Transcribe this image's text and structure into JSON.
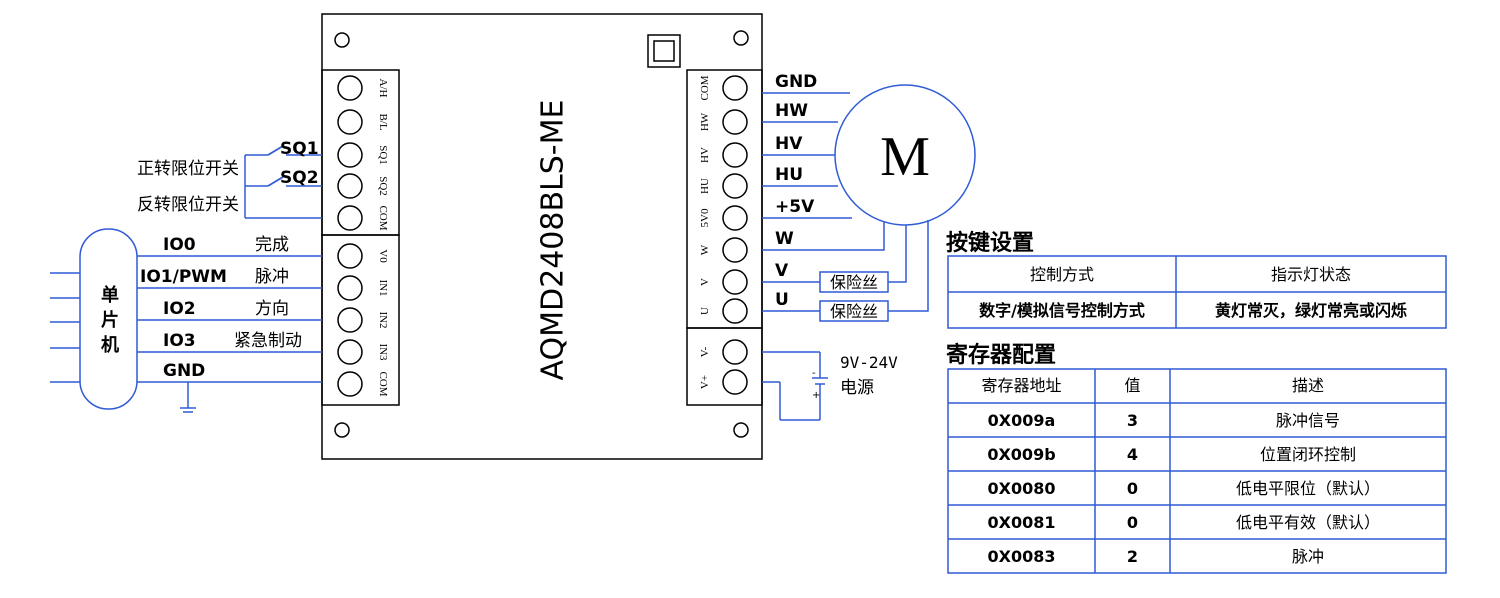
{
  "board": {
    "model": "AQMD2408BLS-ME",
    "left_terminals_top": [
      "A/H",
      "B/L",
      "SQ1",
      "SQ2",
      "COM"
    ],
    "left_terminals_bottom": [
      "V0",
      "IN1",
      "IN2",
      "IN3",
      "COM"
    ],
    "right_terminals": [
      "COM",
      "HW",
      "HV",
      "HU",
      "5V0",
      "W",
      "V",
      "U"
    ],
    "power_terminals": [
      "V-",
      "V+"
    ]
  },
  "switches": {
    "sq1_label": "SQ1",
    "sq2_label": "SQ2",
    "forward_limit": "正转限位开关",
    "reverse_limit": "反转限位开关"
  },
  "mcu": {
    "label_chars": [
      "单",
      "片",
      "机"
    ],
    "signals": [
      {
        "pin": "IO0",
        "function": "完成"
      },
      {
        "pin": "IO1/PWM",
        "function": "脉冲"
      },
      {
        "pin": "IO2",
        "function": "方向"
      },
      {
        "pin": "IO3",
        "function": "紧急制动"
      },
      {
        "pin": "GND",
        "function": ""
      }
    ]
  },
  "motor": {
    "label": "M",
    "wires": [
      "GND",
      "HW",
      "HV",
      "HU",
      "+5V",
      "W",
      "V",
      "U"
    ],
    "fuse_label": "保险丝"
  },
  "power": {
    "voltage": "9V-24V",
    "label": "电源",
    "minus": "-",
    "plus": "+"
  },
  "key_settings": {
    "title": "按键设置",
    "headers": [
      "控制方式",
      "指示灯状态"
    ],
    "rows": [
      [
        "数字/模拟信号控制方式",
        "黄灯常灭，绿灯常亮或闪烁"
      ]
    ]
  },
  "register_config": {
    "title": "寄存器配置",
    "headers": [
      "寄存器地址",
      "值",
      "描述"
    ],
    "rows": [
      [
        "0X009a",
        "3",
        "脉冲信号"
      ],
      [
        "0X009b",
        "4",
        "位置闭环控制"
      ],
      [
        "0X0080",
        "0",
        "低电平限位（默认）"
      ],
      [
        "0X0081",
        "0",
        "低电平有效（默认）"
      ],
      [
        "0X0083",
        "2",
        "脉冲"
      ]
    ]
  },
  "colors": {
    "wire": "#2f5bd6",
    "outline": "#000000",
    "table_border": "#2f5bd6"
  }
}
